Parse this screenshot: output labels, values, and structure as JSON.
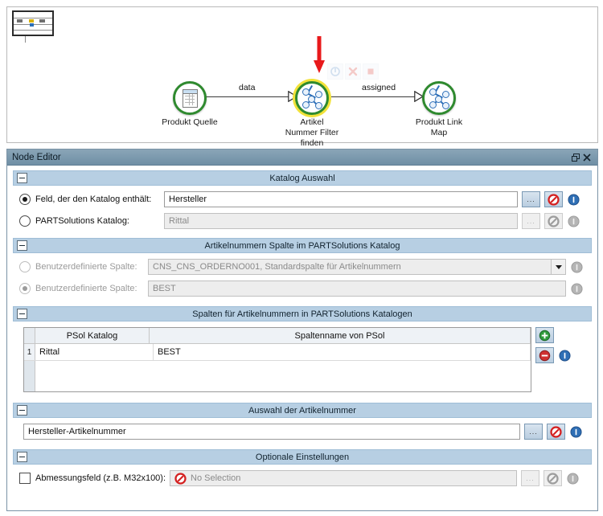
{
  "graph": {
    "minimap_name": "graph-overview-minimap",
    "toolbar_icons": [
      "execute-icon",
      "cancel-icon",
      "stop-icon"
    ],
    "pointer_annotation": "red-down-arrow",
    "nodes": [
      {
        "id": "produkt-quelle",
        "label_lines": [
          "Produkt Quelle"
        ],
        "icon": "table-source-icon",
        "selected": false
      },
      {
        "id": "artikel-nummer-filter-finden",
        "label_lines": [
          "Artikel",
          "Nummer Filter",
          "finden"
        ],
        "icon": "node-graph-icon",
        "selected": true
      },
      {
        "id": "produkt-link-map",
        "label_lines": [
          "Produkt Link",
          "Map"
        ],
        "icon": "node-graph-icon",
        "selected": false
      }
    ],
    "edges": [
      {
        "label": "data",
        "from": "produkt-quelle",
        "to": "artikel-nummer-filter-finden"
      },
      {
        "label": "assigned",
        "from": "artikel-nummer-filter-finden",
        "to": "produkt-link-map"
      }
    ]
  },
  "node_editor": {
    "title": "Node Editor",
    "restore_icon": "restore-window-icon",
    "close_icon": "close-icon",
    "sections": {
      "katalog_auswahl": {
        "title": "Katalog Auswahl",
        "collapse_icon": "collapse-minus-icon",
        "rows": [
          {
            "radio_label": "Feld, der den Katalog enthält:",
            "radio_selected": true,
            "value": "Hersteller",
            "enabled": true,
            "browse_label": "...",
            "clear_icon": "no-entry-icon",
            "info_icon": "info-icon"
          },
          {
            "radio_label": "PARTSolutions Katalog:",
            "radio_selected": false,
            "value": "Rittal",
            "enabled": false,
            "browse_label": "...",
            "clear_icon": "no-entry-icon",
            "info_icon": "info-icon"
          }
        ]
      },
      "artikelnummern_spalte": {
        "title": "Artikelnummern Spalte im PARTSolutions Katalog",
        "collapse_icon": "collapse-minus-icon",
        "rows": [
          {
            "radio_label": "Benutzerdefinierte Spalte:",
            "radio_selected": false,
            "enabled": false,
            "value": "CNS_CNS_ORDERNO001, Standardspalte für Artikelnummern",
            "control": "combobox",
            "dropdown_icon": "chevron-down-icon",
            "info_icon": "info-icon"
          },
          {
            "radio_label": "Benutzerdefinierte Spalte:",
            "radio_selected": true,
            "enabled": false,
            "value": "BEST",
            "control": "textbox",
            "info_icon": "info-icon"
          }
        ]
      },
      "spalten_fuer_artikelnummern": {
        "title": "Spalten für Artikelnummern in PARTSolutions Katalogen",
        "collapse_icon": "collapse-minus-icon",
        "table": {
          "columns": [
            "PSol Katalog",
            "Spaltenname von PSol"
          ],
          "rows": [
            {
              "index": "1",
              "cells": [
                "Rittal",
                "BEST"
              ]
            }
          ]
        },
        "add_icon": "add-circle-icon",
        "remove_icon": "remove-circle-icon",
        "info_icon": "info-icon"
      },
      "auswahl_der_artikelnummer": {
        "title": "Auswahl der Artikelnummer",
        "collapse_icon": "collapse-minus-icon",
        "value": "Hersteller-Artikelnummer",
        "browse_label": "...",
        "clear_icon": "no-entry-icon",
        "info_icon": "info-icon"
      },
      "optionale_einstellungen": {
        "title": "Optionale Einstellungen",
        "collapse_icon": "collapse-minus-icon",
        "checkbox_label": "Abmessungsfeld (z.B. M32x100):",
        "checkbox_checked": false,
        "value": "No Selection",
        "value_icon": "no-entry-icon",
        "browse_label": "...",
        "clear_icon": "no-entry-icon",
        "info_icon": "info-icon"
      }
    }
  },
  "colors": {
    "panel_title_bg": "#7794a8",
    "section_header_bg": "#b7cfe3",
    "node_ring": "#2f8a2f",
    "node_selected_glow": "#f2e23a",
    "accent_red": "#d52b1e",
    "accent_blue": "#2d6fb8",
    "accent_green": "#2f8a2f"
  }
}
